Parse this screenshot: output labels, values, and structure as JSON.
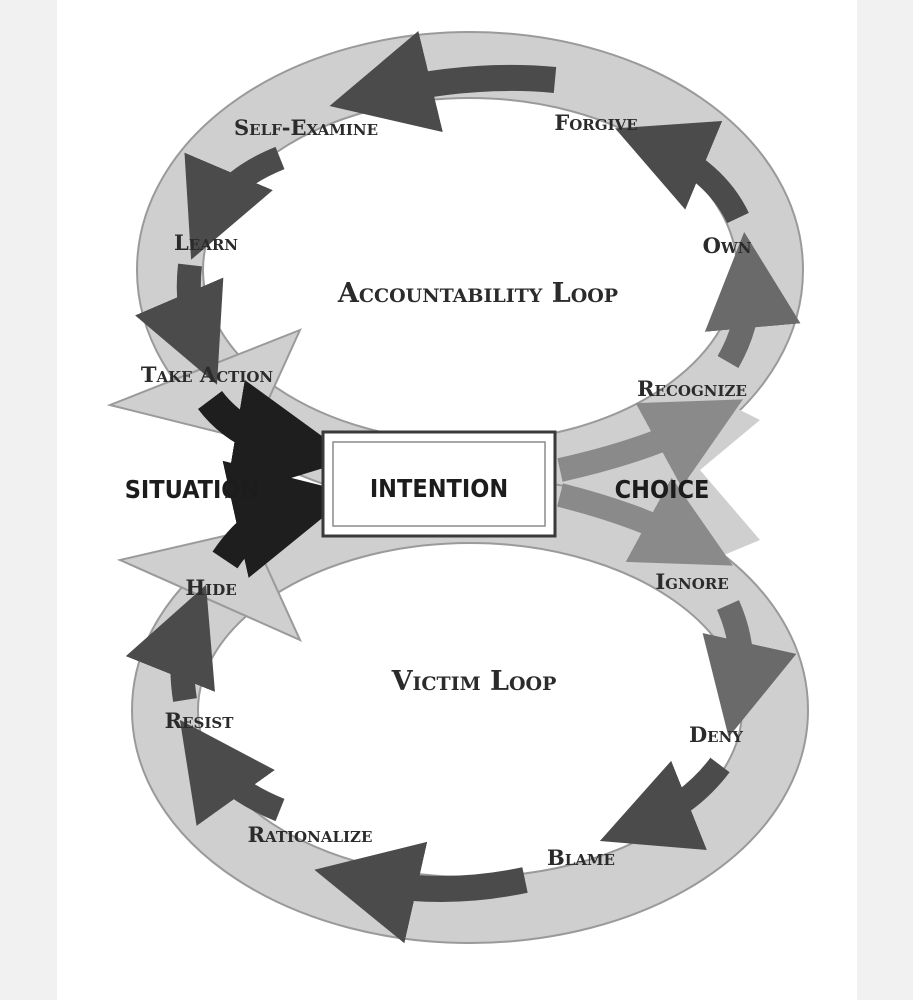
{
  "diagram": {
    "accountability_loop": "Accountability Loop",
    "victim_loop": "Victim Loop",
    "center": "INTENTION",
    "left": "SITUATION",
    "right": "CHOICE",
    "accountability_steps": {
      "forgive": "Forgive",
      "self_examine": "Self-Examine",
      "learn": "Learn",
      "take_action": "Take Action",
      "own": "Own",
      "recognize": "Recognize"
    },
    "victim_steps": {
      "ignore": "Ignore",
      "deny": "Deny",
      "blame": "Blame",
      "rationalize": "Rationalize",
      "resist": "Resist",
      "hide": "Hide"
    }
  },
  "colors": {
    "band": "#c9c9c9",
    "band_edge": "#9a9a9a",
    "arrow_dark": "#4b4b4b",
    "arrow_mid": "#6a6a6a",
    "arrow_light": "#8a8a8a",
    "arrow_black": "#1e1e1e"
  }
}
